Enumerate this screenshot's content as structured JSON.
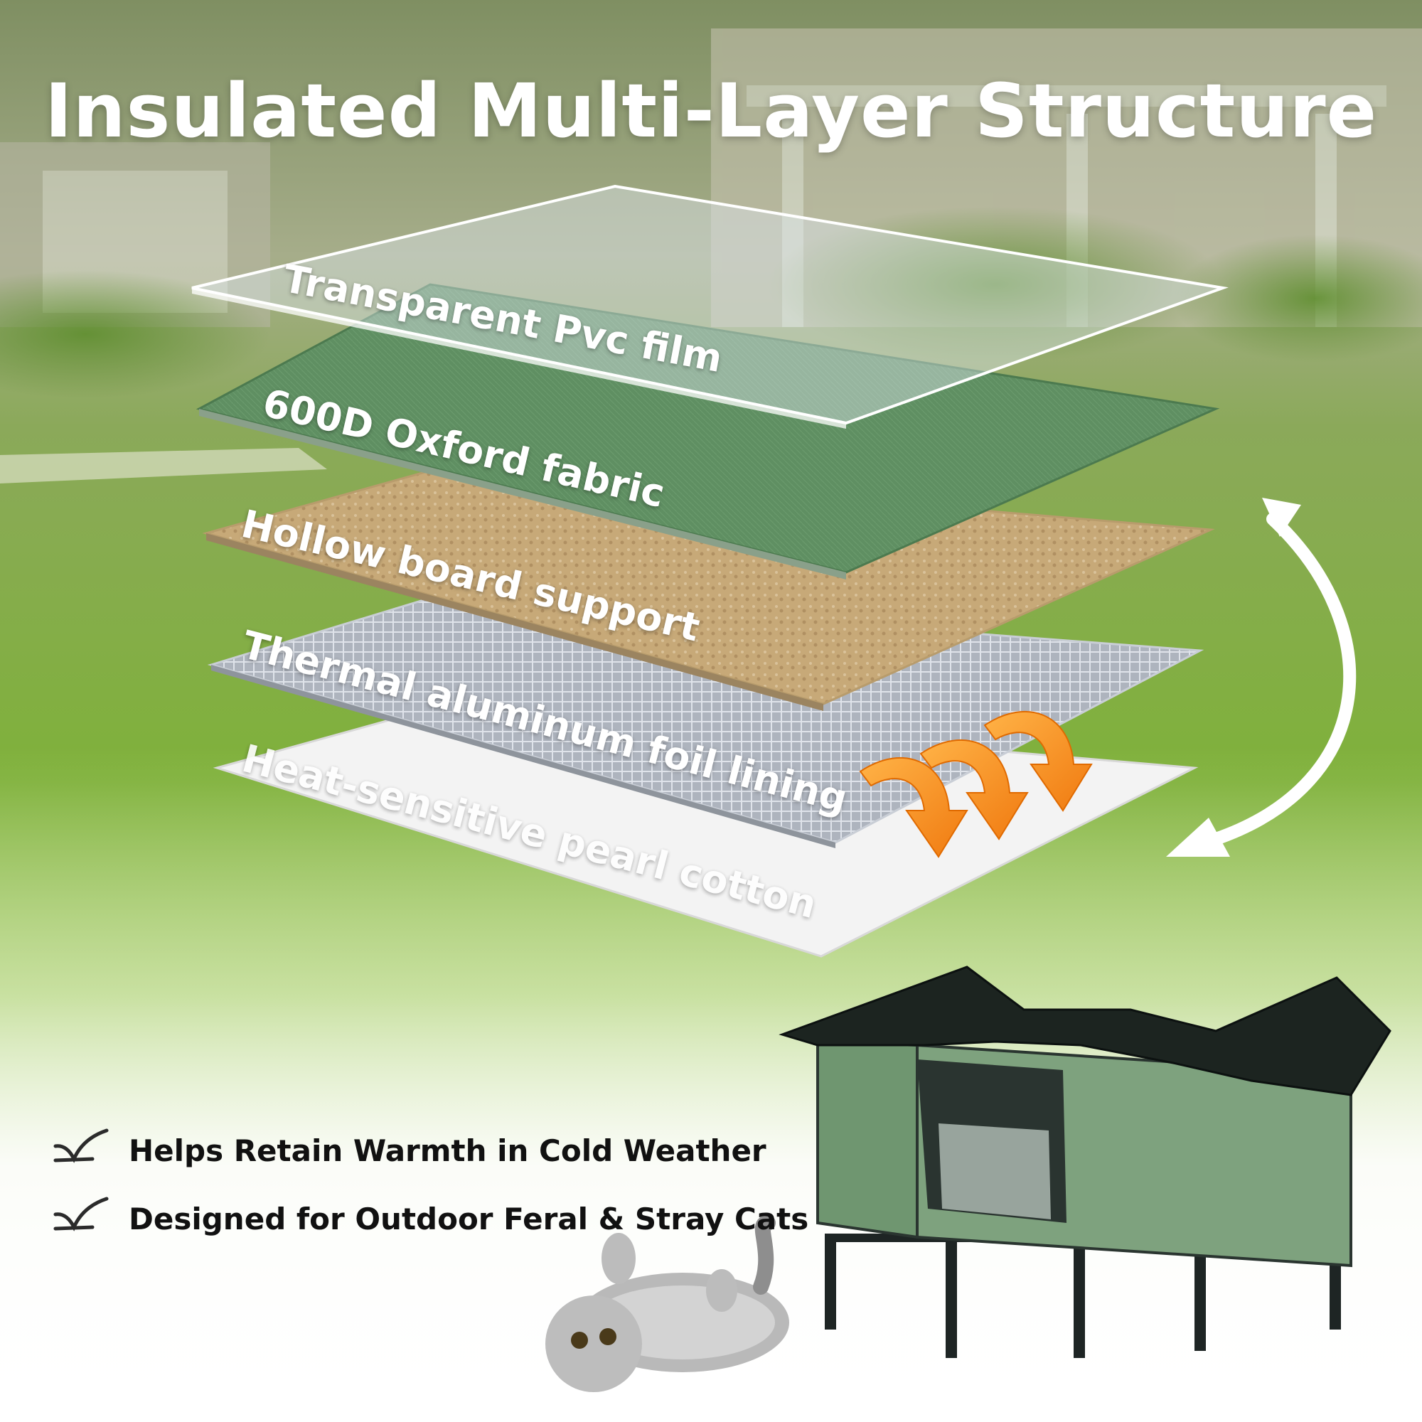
{
  "title": "Insulated Multi-Layer Structure",
  "layers": [
    {
      "label": "Transparent Pvc film"
    },
    {
      "label": "600D Oxford fabric"
    },
    {
      "label": "Hollow board support"
    },
    {
      "label": "Thermal aluminum foil lining"
    },
    {
      "label": "Heat-sensitive pearl cotton"
    }
  ],
  "features": [
    {
      "text": "Helps Retain Warmth in Cold Weather",
      "icon": "check-icon"
    },
    {
      "text": "Designed for Outdoor Feral & Stray Cats",
      "icon": "check-icon"
    }
  ],
  "colors": {
    "oxford_green": "#5f8f62",
    "heat_arrow": "#f08a1c",
    "roof": "#1c2420",
    "house_fabric": "#6f9670"
  }
}
